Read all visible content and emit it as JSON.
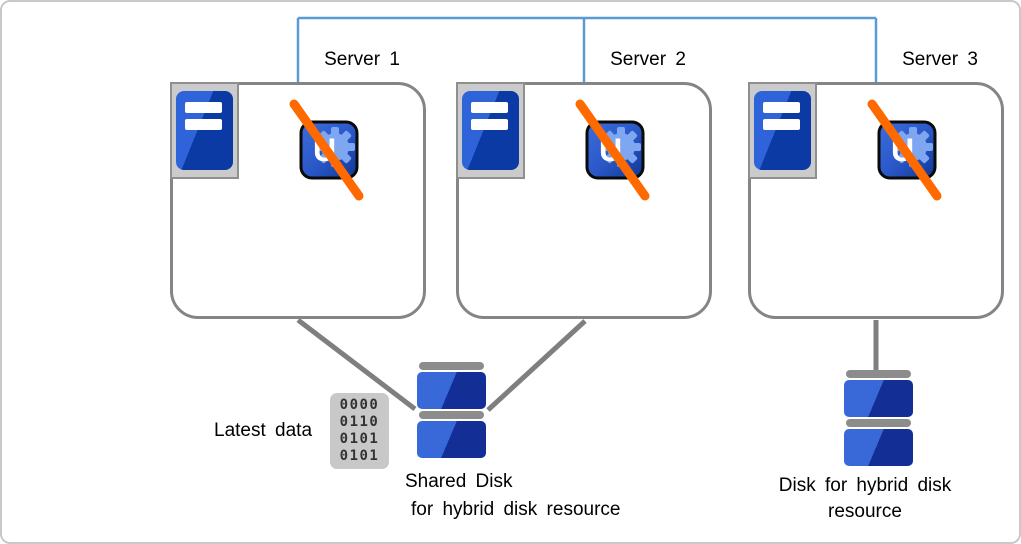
{
  "diagram_title": "",
  "colors": {
    "interconnect_blue": "#5B9BD5",
    "connector_gray": "#7F7F7F",
    "box_border_gray": "#858585",
    "frame_gray_fill": "#CBCBCB",
    "frame_gray_border": "#8F8F8F",
    "server_blue_light": "#2E63DA",
    "server_blue_dark": "#0B3AA4",
    "disk_blue_light": "#3969D8",
    "disk_blue_dark": "#132F96",
    "disk_cap_gray": "#8C8C8C",
    "app_blue_light": "#3C6CDB",
    "app_blue_mid": "#2B59C9",
    "app_blue_dark": "#0F3795",
    "app_gear_blue": "#7FA6F0",
    "slash_orange": "#FF6A00",
    "binary_bg_gray": "#C8C8C8",
    "binary_text": "#333333"
  },
  "servers": [
    {
      "label": "Server 1"
    },
    {
      "label": "Server 2"
    },
    {
      "label": "Server 3"
    }
  ],
  "app_icon_letter": "U",
  "latest_data_label": "Latest data",
  "binary_icon_rows": [
    "0000",
    "0110",
    "0101",
    "0101"
  ],
  "shared_disk_caption_line1": "Shared Disk",
  "shared_disk_caption_line2": "for hybrid disk resource",
  "hybrid_disk_caption_line1": "Disk for hybrid disk",
  "hybrid_disk_caption_line2": "resource"
}
